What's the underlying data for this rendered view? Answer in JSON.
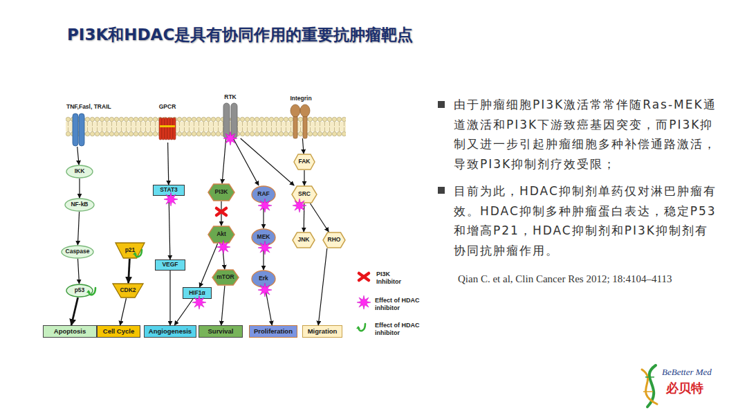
{
  "diagram": {
    "title": "PI3K和HDAC是具有协同作用的重要抗肿瘤靶点",
    "nodes": [
      {
        "text": [
          "TNF,Fasl, TRAIL"
        ]
      },
      {
        "text": [
          "GPCR"
        ]
      },
      {
        "text": [
          "RTK"
        ]
      },
      {
        "text": [
          "Integrin"
        ]
      },
      {
        "text": [
          "IKK"
        ]
      },
      {
        "text": [
          "NF-kB"
        ]
      },
      {
        "text": [
          "Caspase"
        ]
      },
      {
        "text": [
          "p53"
        ]
      },
      {
        "text": [
          "Apoptosis"
        ]
      },
      {
        "text": [
          "STAT3"
        ]
      },
      {
        "text": [
          "VEGF"
        ]
      },
      {
        "text": [
          "Angiogenesis"
        ]
      },
      {
        "text": [
          "p21"
        ]
      },
      {
        "text": [
          "CDK2"
        ]
      },
      {
        "text": [
          "Cell Cycle"
        ]
      },
      {
        "text": [
          "PI3K"
        ]
      },
      {
        "text": [
          "Akt"
        ]
      },
      {
        "text": [
          "mTOR"
        ]
      },
      {
        "text": [
          "HIF1α"
        ]
      },
      {
        "text": [
          "Survival"
        ]
      },
      {
        "text": [
          "RAF"
        ]
      },
      {
        "text": [
          "MEK"
        ]
      },
      {
        "text": [
          "Erk"
        ]
      },
      {
        "text": [
          "Proliferation"
        ]
      },
      {
        "text": [
          "FAK"
        ]
      },
      {
        "text": [
          "SRC"
        ]
      },
      {
        "text": [
          "JNK"
        ]
      },
      {
        "text": [
          "RHO"
        ]
      },
      {
        "text": [
          "Migration"
        ]
      }
    ],
    "edges": [
      {
        "from": 0,
        "to": 4,
        "arrow": "to"
      },
      {
        "from": 4,
        "to": 5,
        "arrow": "to"
      },
      {
        "from": 5,
        "to": 6,
        "arrow": "to"
      },
      {
        "from": 6,
        "to": 7,
        "arrow": "to"
      },
      {
        "from": 7,
        "to": 8,
        "arrow": "to"
      },
      {
        "from": 12,
        "to": 13,
        "arrow": "to"
      },
      {
        "from": 13,
        "to": 14,
        "arrow": "to"
      },
      {
        "from": 1,
        "to": 9,
        "arrow": "to"
      },
      {
        "from": 9,
        "to": 10,
        "arrow": "to"
      },
      {
        "from": 10,
        "to": 11,
        "arrow": "to"
      },
      {
        "from": 2,
        "to": 15,
        "arrow": "to"
      },
      {
        "from": 2,
        "to": 20,
        "arrow": "to"
      },
      {
        "from": 2,
        "to": 25,
        "arrow": "to"
      },
      {
        "from": 3,
        "to": 24,
        "arrow": "to"
      },
      {
        "from": 15,
        "to": 16,
        "arrow": "to"
      },
      {
        "from": 16,
        "to": 17,
        "arrow": "to"
      },
      {
        "from": 16,
        "to": 18,
        "arrow": "to"
      },
      {
        "from": 18,
        "to": 11,
        "arrow": "to"
      },
      {
        "from": 17,
        "to": 19,
        "arrow": "to"
      },
      {
        "from": 20,
        "to": 21,
        "arrow": "to"
      },
      {
        "from": 21,
        "to": 22,
        "arrow": "to"
      },
      {
        "from": 22,
        "to": 23,
        "arrow": "to"
      },
      {
        "from": 24,
        "to": 25,
        "arrow": "to"
      },
      {
        "from": 25,
        "to": 26,
        "arrow": "to"
      },
      {
        "from": 25,
        "to": 27,
        "arrow": "to"
      },
      {
        "from": 27,
        "to": 28,
        "arrow": "to"
      }
    ],
    "labels": [
      "由于肿瘤细胞PI3K激活常常伴随Ras-MEK通道激活和PI3K下游致癌基因突变，而PI3K抑制又进一步引起肿瘤细胞多种补偿通路激活，导致PI3K抑制剂疗效受限；",
      "目前为此，HDAC抑制剂单药仅对淋巴肿瘤有效。HDAC抑制多种肿瘤蛋白表达，稳定P53和增高P21，HDAC抑制剂和PI3K抑制剂有协同抗肿瘤作用。",
      "Qian C. et al, Clin Cancer Res 2012; 18:4104–4113",
      "BeBetter Med",
      "必贝特"
    ],
    "legend": [
      {
        "text": "PI3K Inhibitor"
      },
      {
        "text": "Effect of HDAC inhibitor"
      },
      {
        "text": "Effect of HDAC inhibitor"
      }
    ]
  }
}
